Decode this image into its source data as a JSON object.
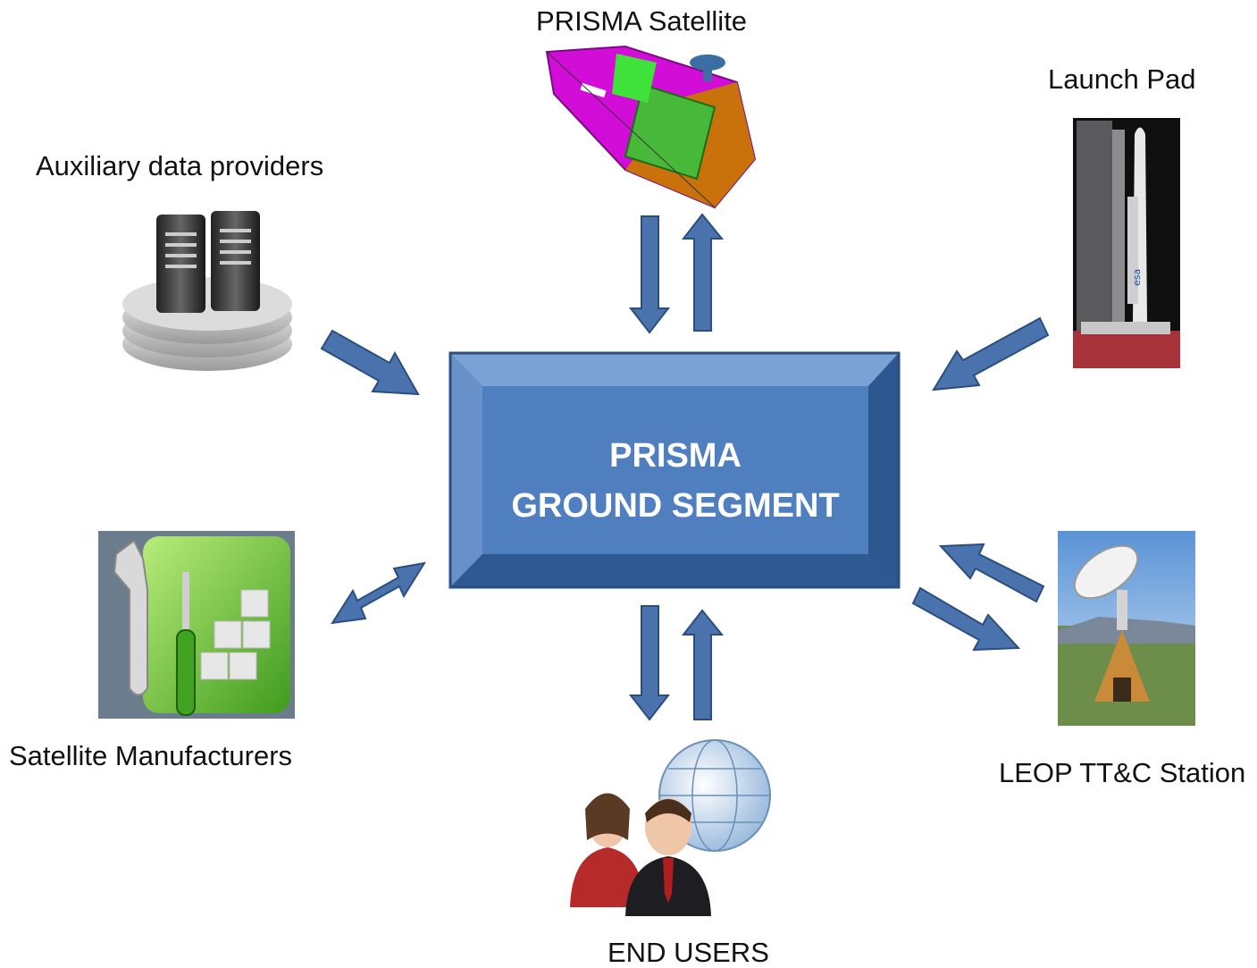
{
  "center": {
    "line1": "PRISMA",
    "line2": "GROUND SEGMENT",
    "fill_color": "#4f7fbf",
    "edge_color": "#2f5a91"
  },
  "nodes": {
    "satellite": "PRISMA Satellite",
    "launch_pad": "Launch Pad",
    "aux_data": "Auxiliary data providers",
    "manufacturers": "Satellite Manufacturers",
    "leop": "LEOP TT&C Station",
    "end_users": "END USERS"
  },
  "arrow_color": "#4a72ac",
  "icons": {
    "satellite": "satellite-icon",
    "launch_pad": "rocket-launch-pad-icon",
    "aux_data": "server-stack-icon",
    "manufacturers": "tools-icon",
    "leop": "antenna-station-icon",
    "end_users": "users-globe-icon"
  }
}
